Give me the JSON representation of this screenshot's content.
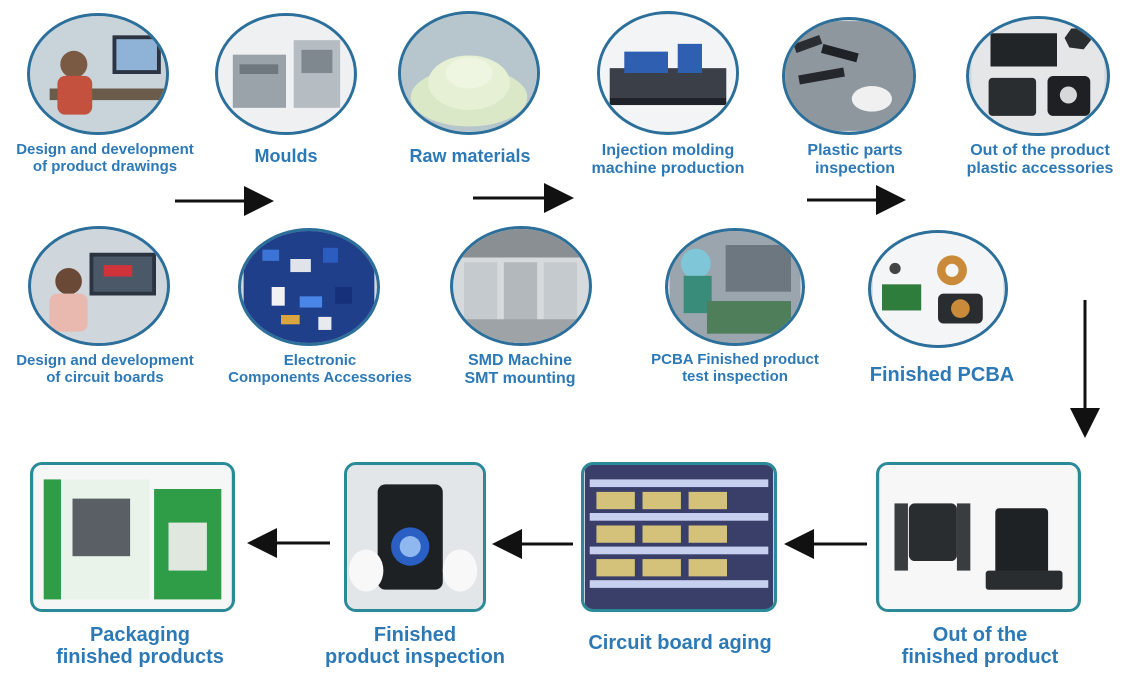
{
  "steps": {
    "design_drawings": {
      "label": "Design and development\nof product drawings",
      "image": "engineer-at-cad-workstation"
    },
    "moulds": {
      "label": "Moulds",
      "image": "steel-mould-parts"
    },
    "raw_materials": {
      "label": "Raw materials",
      "image": "plastic-pellets-pile"
    },
    "injection_molding": {
      "label": "Injection molding\nmachine production",
      "image": "injection-molding-machine"
    },
    "plastic_inspection": {
      "label": "Plastic parts\ninspection",
      "image": "gloved-hands-checking-parts"
    },
    "plastic_accessories": {
      "label": "Out of the product\nplastic accessories",
      "image": "black-plastic-parts"
    },
    "design_circuit": {
      "label": "Design and development\nof circuit boards",
      "image": "engineer-at-monitor"
    },
    "components": {
      "label": "Electronic\nComponents Accessories",
      "image": "electronic-components-pile"
    },
    "smd": {
      "label": "SMD Machine\nSMT mounting",
      "image": "smt-production-line"
    },
    "pcba_test": {
      "label": "PCBA Finished product\ntest inspection",
      "image": "worker-testing-boards"
    },
    "finished_pcba": {
      "label": "Finished PCBA",
      "image": "wireless-charging-pcba"
    },
    "finished_product": {
      "label": "Out of the\nfinished product",
      "image": "car-mount-and-charging-stand"
    },
    "aging": {
      "label": "Circuit board aging",
      "image": "aging-rack-shelves"
    },
    "product_inspection": {
      "label": "Finished\nproduct inspection",
      "image": "phone-on-charger-test"
    },
    "packaging": {
      "label": "Packaging\nfinished products",
      "image": "retail-boxes"
    }
  },
  "colors": {
    "label": "#2d79b6",
    "circle_border": "#2b6f9a",
    "box_border": "#2b8a97",
    "arrow": "#111111"
  }
}
